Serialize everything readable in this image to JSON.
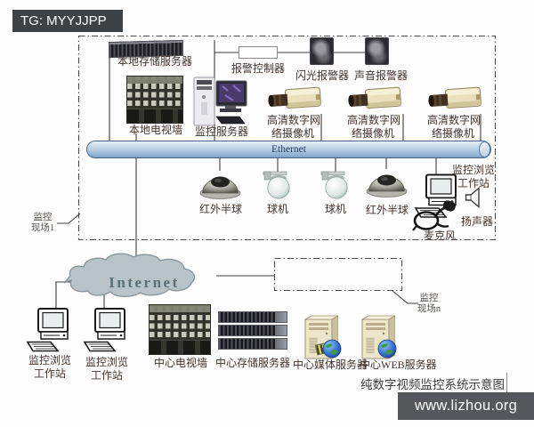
{
  "watermark_top": "TG: MYYJJPP",
  "watermark_bottom": "www.lizhou.org",
  "caption": "纯数字视频监控系统示意图",
  "ethernet_label": "Ethernet",
  "internet_label": "Internet",
  "site1": {
    "tag_line1": "监控",
    "tag_line2": "现场1",
    "local_storage_server": "本地存储服务器",
    "local_tv_wall": "本地电视墙",
    "monitor_server": "监控服务器",
    "alarm_controller": "报警控制器",
    "flash_alarm": "闪光报警器",
    "sound_alarm": "声音报警器",
    "hd_camera_line1": "高清数字网",
    "hd_camera_line2": "络摄像机",
    "ir_dome": "红外半球",
    "ball_camera": "球机",
    "workstation_line1": "监控浏览",
    "workstation_line2": "工作站",
    "speaker": "扬声器",
    "microphone": "麦克风"
  },
  "siten": {
    "tag_line1": "监控",
    "tag_line2": "现场n"
  },
  "center": {
    "workstation_line1": "监控浏览",
    "workstation_line2": "工作站",
    "tv_wall": "中心电视墙",
    "storage_server": "中心存储服务器",
    "media_server": "中心媒体服务器",
    "web_server": "中心WEB服务器"
  },
  "colors": {
    "bus_fill": "#c2d7e8",
    "bus_border": "#46648a",
    "cloud_fill": "#b7c3c7",
    "banner_top_bg": "#3e4245",
    "banner_bottom_bg": "#54585d"
  }
}
